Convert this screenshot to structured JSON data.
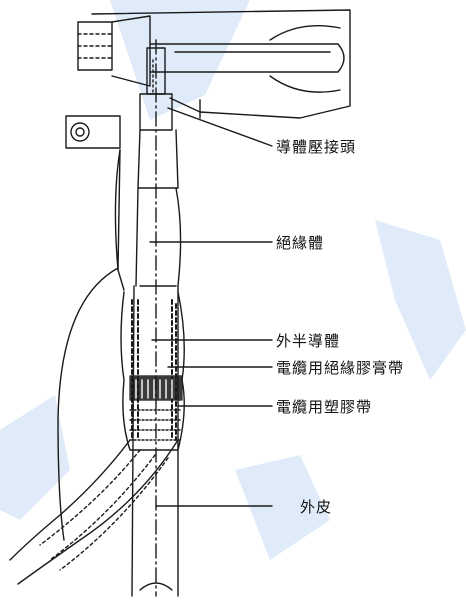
{
  "diagram": {
    "labels": {
      "conductor_lug": "導體壓接頭",
      "insulation": "絕緣體",
      "outer_semiconductor": "外半導體",
      "insulating_tape": "電纜用絕緣膠膏帶",
      "plastic_tape": "電纜用塑膠帶",
      "outer_sheath": "外皮"
    },
    "colors": {
      "line": "#1a1a1a",
      "watermark": "#c9dcf6"
    }
  }
}
